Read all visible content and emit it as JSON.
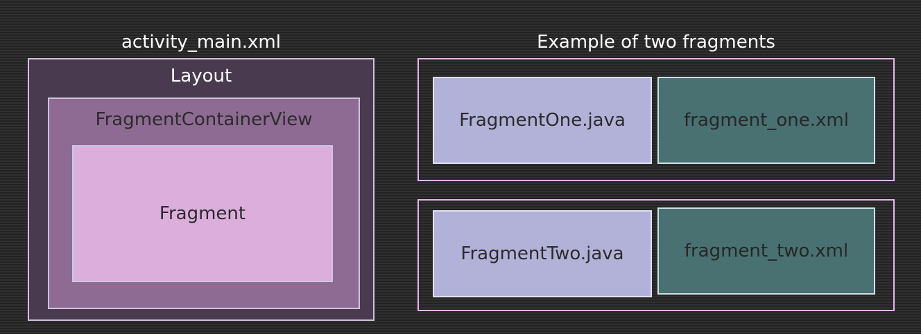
{
  "left": {
    "heading": "activity_main.xml",
    "layout_label": "Layout",
    "container_label": "FragmentContainerView",
    "fragment_label": "Fragment"
  },
  "right": {
    "heading": "Example of two fragments",
    "fragments": [
      {
        "java": "FragmentOne.java",
        "xml": "fragment_one.xml"
      },
      {
        "java": "FragmentTwo.java",
        "xml": "fragment_two.xml"
      }
    ]
  },
  "colors": {
    "layout": "#4a3a4f",
    "container": "#8e6b93",
    "fragment": "#dcaedc",
    "java_box": "#b2b2d9",
    "xml_box": "#4a7171",
    "outline": "#e6b6ea"
  }
}
